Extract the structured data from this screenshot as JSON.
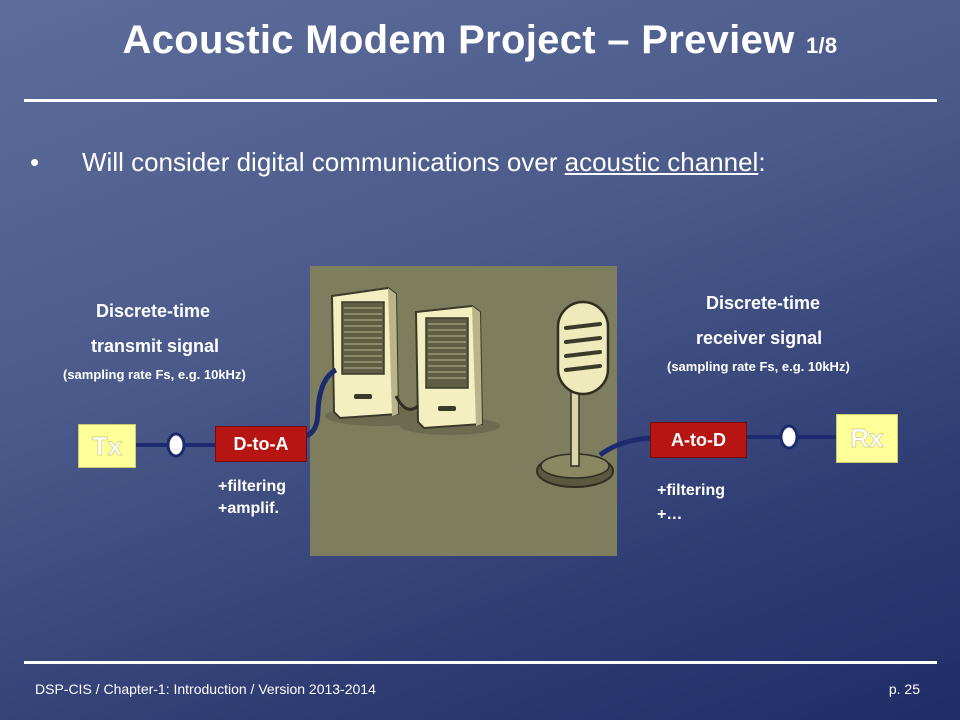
{
  "slide": {
    "title": "Acoustic Modem Project – Preview",
    "title_suffix": "1/8",
    "bullet_text": "Will consider digital communications over",
    "bullet_underlined": "acoustic channel",
    "bullet_end": ":"
  },
  "diagram": {
    "tx_heading_1": "Discrete-time",
    "tx_heading_2": "transmit signal",
    "tx_note": "(sampling rate Fs, e.g. 10kHz)",
    "rx_heading_1": "Discrete-time",
    "rx_heading_2": "receiver signal",
    "rx_note": "(sampling rate Fs, e.g. 10kHz)",
    "tx_box": "Tx",
    "rx_box": "Rx",
    "dac_box": "D-to-A",
    "adc_box": "A-to-D",
    "dac_extra_1": "+filtering",
    "dac_extra_2": "+amplif.",
    "adc_extra_1": "+filtering",
    "adc_extra_2": "+…",
    "colors": {
      "converter_box": "#b71414",
      "endpoint_box": "#ffff99",
      "wire": "#1c2a6e"
    }
  },
  "footer": {
    "left": "DSP-CIS  /  Chapter-1: Introduction  /  Version 2013-2014",
    "right": "p. 25"
  }
}
